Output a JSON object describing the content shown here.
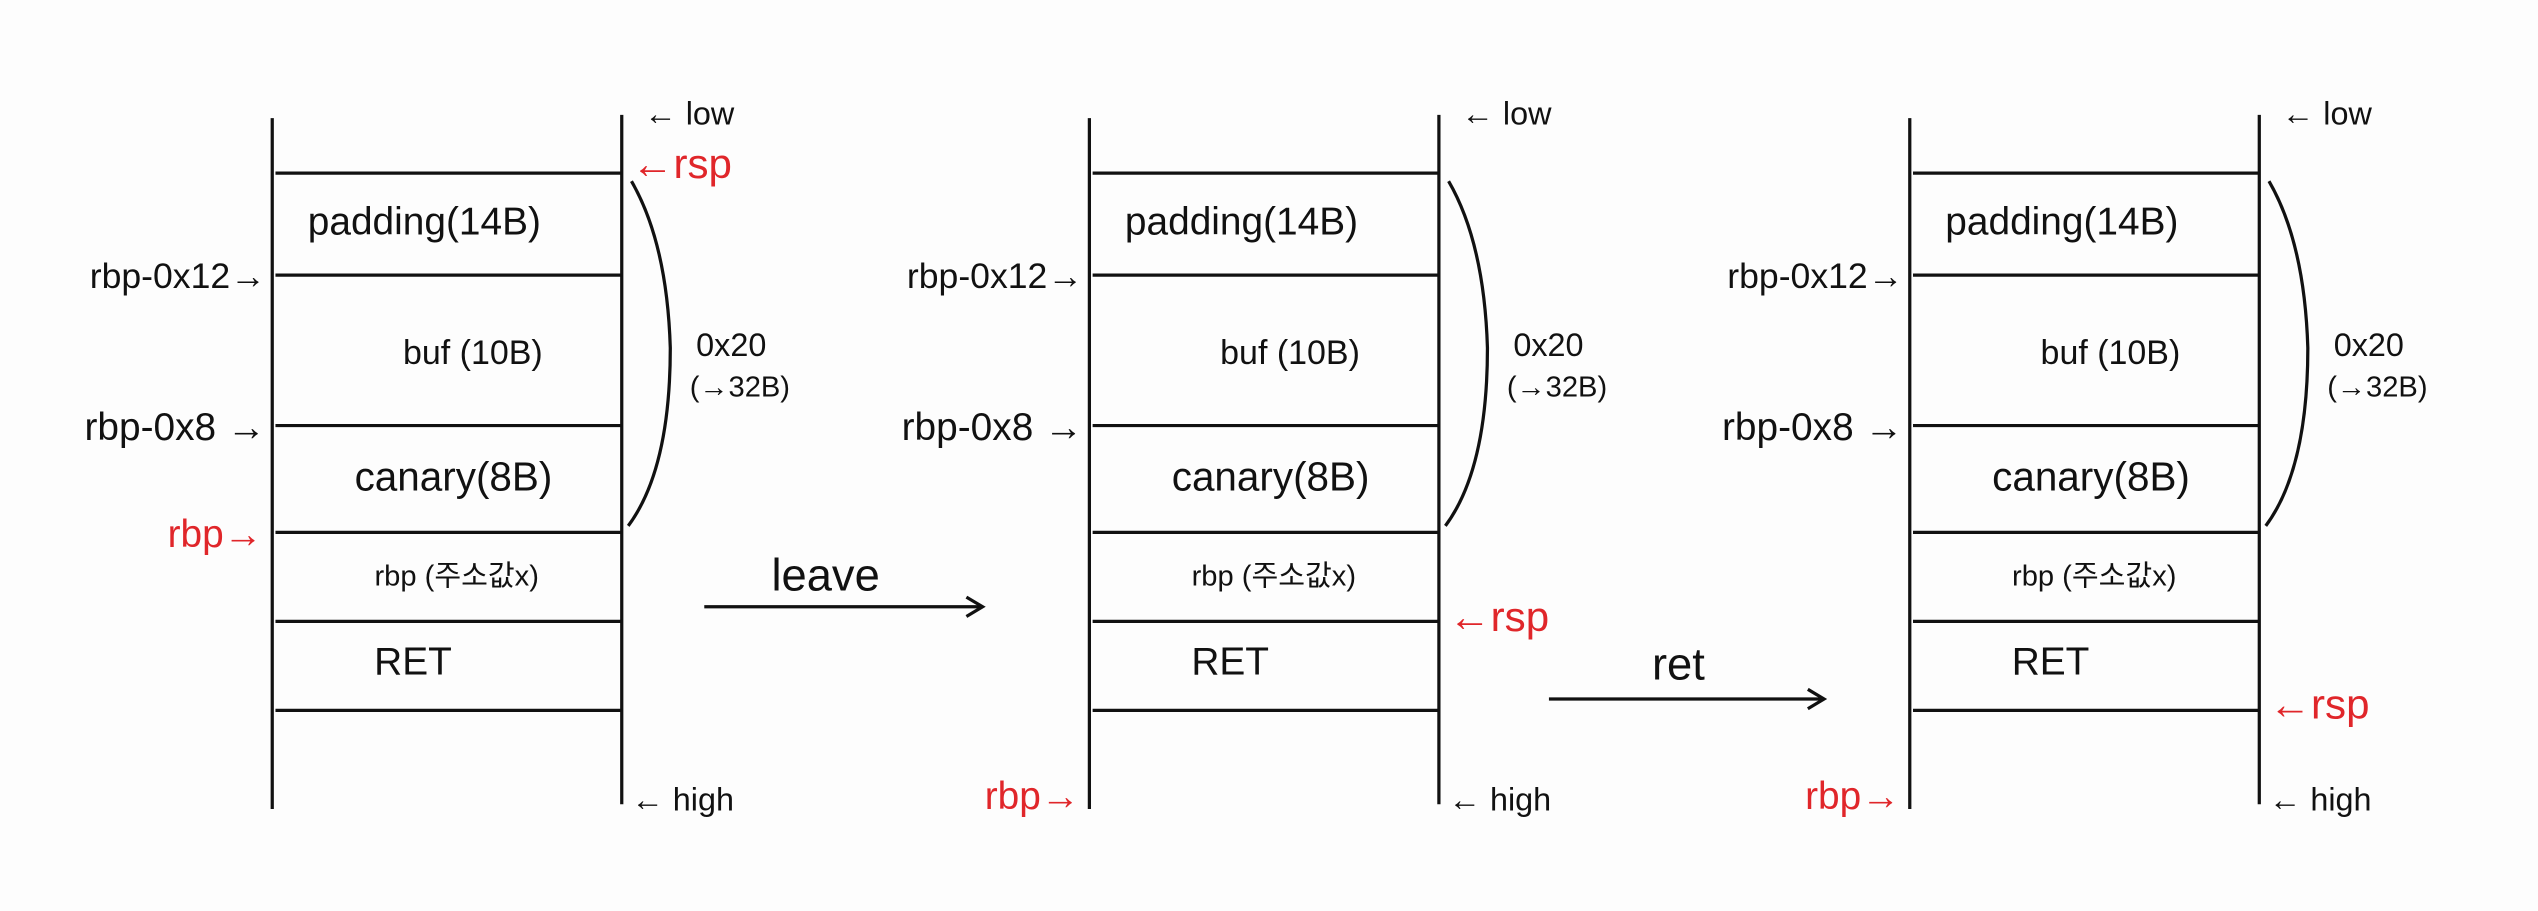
{
  "colors": {
    "ink": "#111111",
    "highlight": "#e0262a"
  },
  "panels": [
    {
      "cells": [
        "padding(14B)",
        "buf (10B)",
        "canary(8B)",
        "rbp (주소값x)",
        "RET"
      ],
      "left_labels": {
        "rbp_0x12": "rbp-0x12→",
        "rbp_0x8": "rbp-0x8 →",
        "rbp": "rbp→"
      },
      "right_labels": {
        "low": "← low",
        "rsp": "←rsp",
        "high": "← high"
      },
      "brace_label": [
        "0x20",
        "(→32B)"
      ],
      "rbp_position": "canary-bottom",
      "rsp_position": "stack-top"
    },
    {
      "cells": [
        "padding(14B)",
        "buf (10B)",
        "canary(8B)",
        "rbp (주소값x)",
        "RET"
      ],
      "left_labels": {
        "rbp_0x12": "rbp-0x12→",
        "rbp_0x8": "rbp-0x8 →",
        "rbp": "rbp→"
      },
      "right_labels": {
        "low": "← low",
        "rsp": "←rsp",
        "high": "← high"
      },
      "brace_label": [
        "0x20",
        "(→32B)"
      ],
      "rbp_position": "bottom",
      "rsp_position": "ret-top"
    },
    {
      "cells": [
        "padding(14B)",
        "buf (10B)",
        "canary(8B)",
        "rbp (주소값x)",
        "RET"
      ],
      "left_labels": {
        "rbp_0x12": "rbp-0x12→",
        "rbp_0x8": "rbp-0x8 →",
        "rbp": "rbp→"
      },
      "right_labels": {
        "low": "← low",
        "rsp": "←rsp",
        "high": "← high"
      },
      "brace_label": [
        "0x20",
        "(→32B)"
      ],
      "rbp_position": "bottom",
      "rsp_position": "ret-bottom"
    }
  ],
  "transitions": [
    {
      "label": "leave"
    },
    {
      "label": "ret"
    }
  ]
}
